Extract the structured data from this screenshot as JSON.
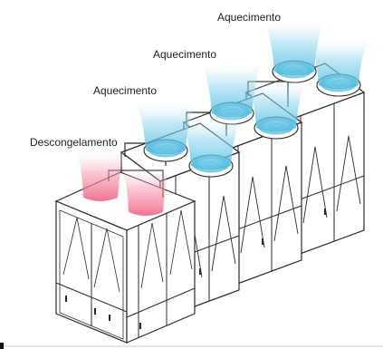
{
  "labels": {
    "unit1": "Descongelamento",
    "unit2": "Aquecimento",
    "unit3": "Aquecimento",
    "unit4": "Aquecimento"
  },
  "modes": [
    "defrost",
    "heating",
    "heating",
    "heating"
  ],
  "colors": {
    "defrost_airflow": "#ee5a78",
    "heating_airflow": "#43b9de",
    "outline": "#2b2b2b",
    "fan_ring": "#7cc4dc"
  },
  "icons": [
    "outdoor-unit-icon",
    "fan-icon",
    "airflow-icon"
  ]
}
